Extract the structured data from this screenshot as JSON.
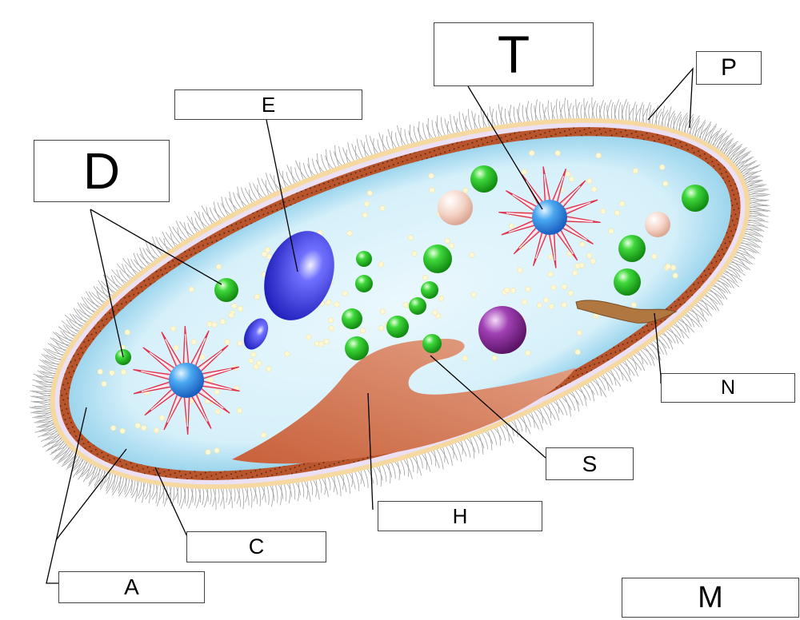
{
  "labels": {
    "t": "T",
    "p": "P",
    "e": "E",
    "d": "D",
    "n": "N",
    "s": "S",
    "h": "H",
    "c": "C",
    "a": "A",
    "m": "M"
  },
  "colors": {
    "cilia": "#9a9a9a",
    "pellicle_outer": "#f6d9a0",
    "pellicle_inner": "#e8d8f0",
    "ectoplasm": "#b9552c",
    "cytoplasm": "#d9f1f9",
    "cytoplasm_edge": "#7cc6e6",
    "oral_groove": "#d98a66",
    "contractile_vacuole_petal": "#f6c0d2",
    "contractile_vacuole_center": "#2f86e6",
    "macronucleus": "#3a3ae0",
    "food_vacuole": "#24c424",
    "purple_vacuole": "#8a2a9a",
    "pink_vacuole": "#f2c8b8",
    "granule": "#fff6cc",
    "anal_pore": "#b07840",
    "leader_line": "#000000"
  }
}
